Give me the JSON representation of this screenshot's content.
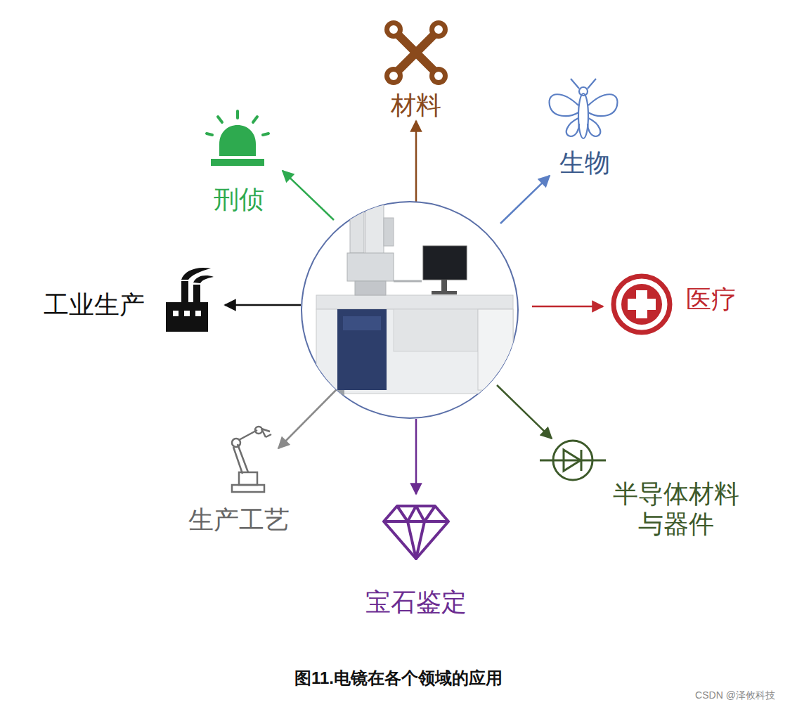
{
  "diagram": {
    "caption": "图11.电镜在各个领域的应用",
    "labels": [
      "材料",
      "生物",
      "医疗",
      "半导体材料 与器件",
      "宝石鉴定",
      "生产工艺",
      "工业生产",
      "刑侦",
      "CSDN @泽攸科技"
    ]
  }
}
